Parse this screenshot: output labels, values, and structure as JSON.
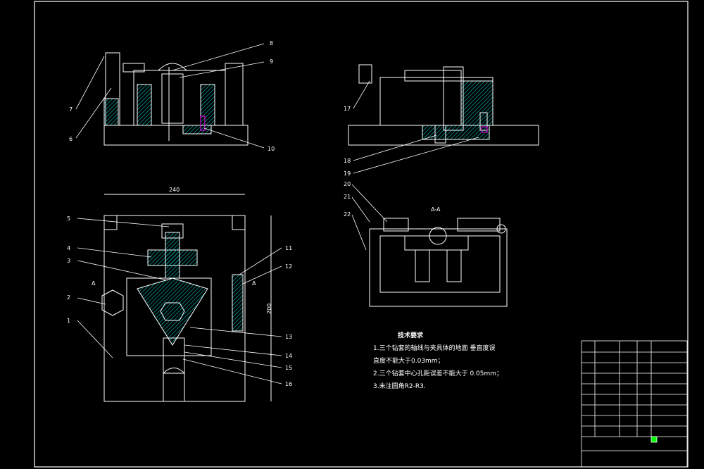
{
  "callouts": {
    "c1": "1",
    "c2": "2",
    "c3": "3",
    "c4": "4",
    "c5": "5",
    "c6": "6",
    "c7": "7",
    "c8": "8",
    "c9": "9",
    "c10": "10",
    "c11": "11",
    "c12": "12",
    "c13": "13",
    "c14": "14",
    "c15": "15",
    "c16": "16",
    "c17": "17",
    "c18": "18",
    "c19": "19",
    "c20": "20",
    "c21": "21",
    "c22": "22"
  },
  "dimensions": {
    "width": "240",
    "height": "200"
  },
  "section": {
    "label": "A-A",
    "marker_left": "A",
    "marker_right": "A"
  },
  "tech_notes": {
    "title": "技术要求",
    "line1": "1.三个钻套的轴线与夹具体的地面 垂直度误",
    "line2": "直度不能大于0.03mm；",
    "line3": "2.三个钻套中心孔距误差不能大于   0.05mm；",
    "line4": "3.未注圆角R2-R3."
  },
  "colors": {
    "background": "#000000",
    "line": "#ffffff",
    "hatch": "#00c8c8",
    "accent": "#ff00ff",
    "green": "#00ff00"
  }
}
